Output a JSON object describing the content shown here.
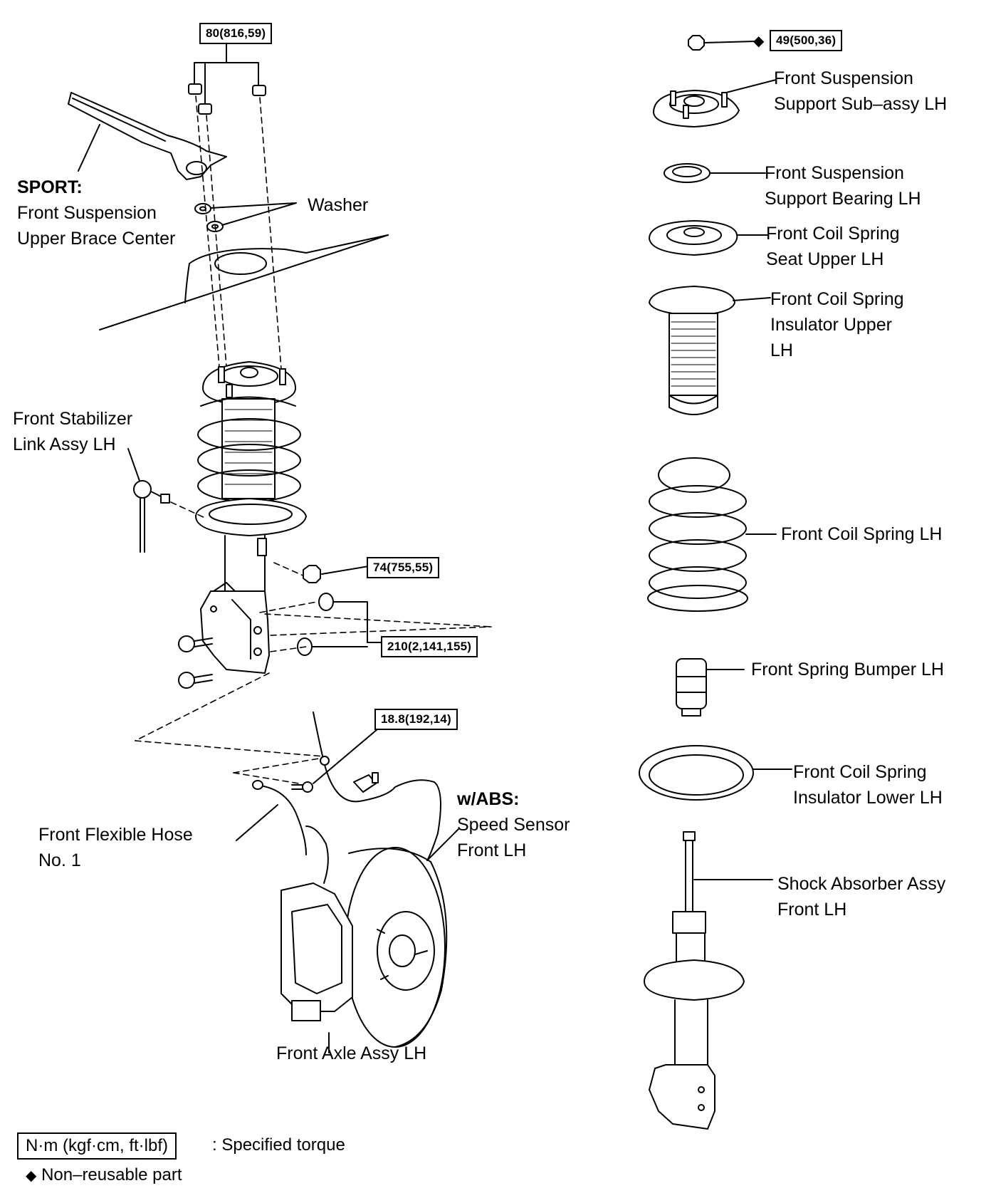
{
  "torque_specs": {
    "t80": "80(816,59)",
    "t49": "49(500,36)",
    "t74": "74(755,55)",
    "t210": "210(2,141,155)",
    "t18": "18.8(192,14)"
  },
  "labels": {
    "sport_heading": "SPORT:",
    "upper_brace": [
      "Front Suspension",
      "Upper Brace Center"
    ],
    "washer": "Washer",
    "stabilizer_link": [
      "Front Stabilizer",
      "Link Assy LH"
    ],
    "flexible_hose": [
      "Front Flexible Hose",
      "No. 1"
    ],
    "abs_heading": "w/ABS:",
    "speed_sensor": [
      "Speed Sensor",
      "Front LH"
    ],
    "front_axle": "Front Axle Assy LH",
    "support_subassy": [
      "Front Suspension",
      "Support Sub–assy LH"
    ],
    "support_bearing": [
      "Front Suspension",
      "Support Bearing LH"
    ],
    "spring_seat_upper": [
      "Front Coil Spring",
      "Seat Upper LH"
    ],
    "insulator_upper": [
      "Front Coil Spring",
      "Insulator Upper",
      "LH"
    ],
    "coil_spring": "Front Coil Spring LH",
    "spring_bumper": "Front Spring Bumper LH",
    "insulator_lower": [
      "Front Coil Spring",
      "Insulator Lower LH"
    ],
    "shock_absorber": [
      "Shock Absorber Assy",
      "Front LH"
    ]
  },
  "legend": {
    "unit_box": "N·m (kgf·cm, ft·lbf)",
    "unit_desc": ": Specified torque",
    "nonreusable_symbol": "◆",
    "nonreusable_desc": "Non–reusable part"
  }
}
